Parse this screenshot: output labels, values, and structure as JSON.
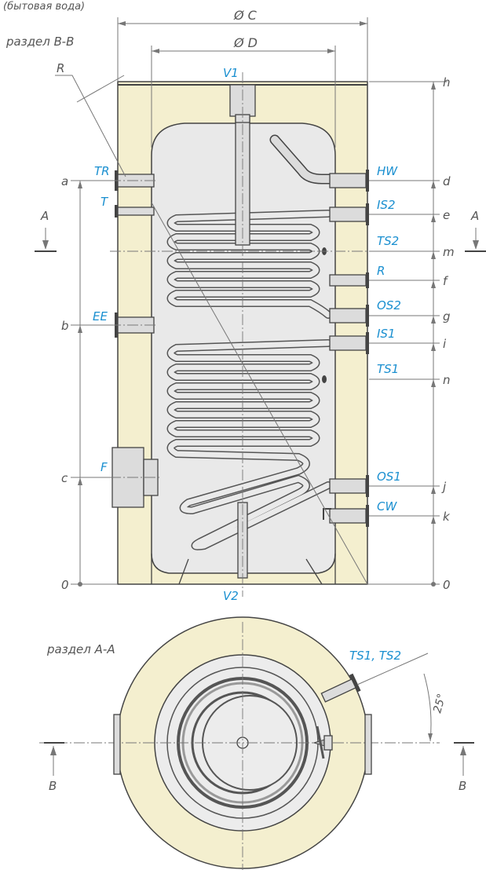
{
  "header": {
    "caption": "(бытовая вода)",
    "section_bb": "раздел B-B",
    "section_aa": "раздел A-A"
  },
  "dimensions": {
    "dia_c": "Ø C",
    "dia_d": "Ø D",
    "radius": "R",
    "angle": "25°"
  },
  "connections": {
    "v1": "V1",
    "v2": "V2",
    "tr": "TR",
    "t": "T",
    "ee": "EE",
    "f": "F",
    "hw": "HW",
    "is2": "IS2",
    "ts2": "TS2",
    "r": "R",
    "os2": "OS2",
    "is1": "IS1",
    "ts1": "TS1",
    "os1": "OS1",
    "cw": "CW",
    "ts1_ts2": "TS1, TS2"
  },
  "left_levels": {
    "a": "a",
    "b": "b",
    "c": "c",
    "zero": "0"
  },
  "right_levels": {
    "h": "h",
    "d": "d",
    "e": "e",
    "m": "m",
    "f": "f",
    "g": "g",
    "i": "i",
    "n": "n",
    "j": "j",
    "k": "k",
    "zero": "0"
  },
  "section_marks": {
    "a_left": "A",
    "a_right": "A",
    "b_left": "B",
    "b_right": "B"
  },
  "colors": {
    "label_blue": "#1a8fd0",
    "insulation": "#f4efcf",
    "tank": "#e9e9e9"
  }
}
